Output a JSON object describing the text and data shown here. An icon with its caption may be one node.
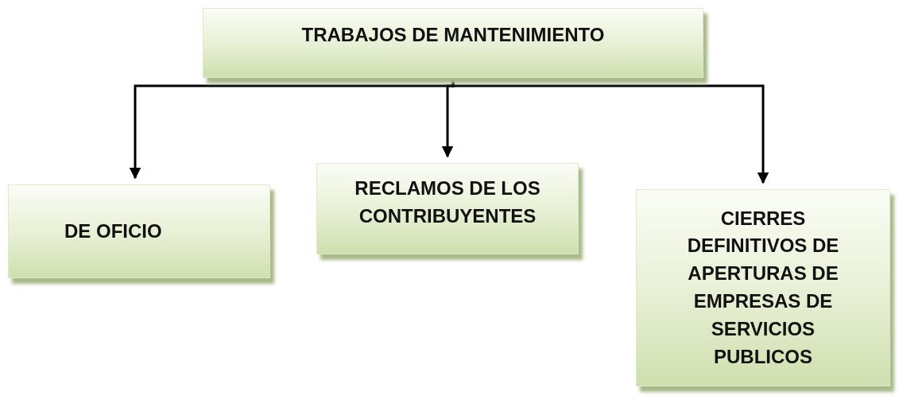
{
  "diagram": {
    "nodes": [
      {
        "text": [
          "TRABAJOS DE MANTENIMIENTO"
        ]
      },
      {
        "text": [
          "DE OFICIO"
        ]
      },
      {
        "text": [
          "RECLAMOS DE LOS CONTRIBUYENTES"
        ]
      },
      {
        "text": [
          "CIERRES DEFINITIVOS DE APERTURAS DE EMPRESAS DE SERVICIOS PUBLICOS"
        ]
      }
    ],
    "edges": [
      {
        "from": 0,
        "to": 1,
        "arrow": "to"
      },
      {
        "from": 0,
        "to": 2,
        "arrow": "to"
      },
      {
        "from": 0,
        "to": 3,
        "arrow": "to"
      }
    ]
  }
}
